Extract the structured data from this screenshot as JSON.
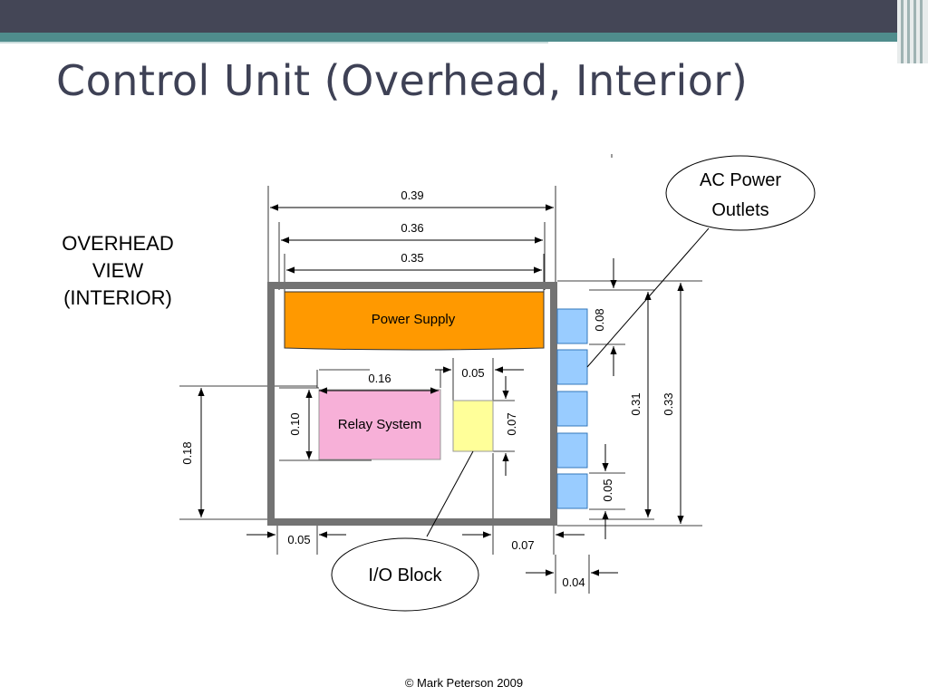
{
  "slide": {
    "title": "Control Unit (Overhead, Interior)",
    "view_caption": [
      "OVERHEAD",
      "VIEW",
      "(INTERIOR)"
    ],
    "footer": "© Mark Peterson 2009"
  },
  "colors": {
    "header_dark": "#444656",
    "header_teal": "#4f8c8c",
    "enclosure": "#737373",
    "power_supply": "#ff9900",
    "relay_system": "#f7b0d8",
    "io_block": "#ffff99",
    "outlets": "#99ccff"
  },
  "diagram": {
    "components": {
      "power_supply": "Power Supply",
      "relay_system": "Relay System"
    },
    "callouts": {
      "ac_outlets": [
        "AC Power",
        "Outlets"
      ],
      "io_block": "I/O Block"
    },
    "dimensions": {
      "enclosure_outer_width": "0.39",
      "enclosure_inner_width": "0.36",
      "power_supply_width": "0.35",
      "relay_width": "0.16",
      "relay_height": "0.10",
      "io_width": "0.05",
      "io_height": "0.07",
      "relay_section_height": "0.18",
      "left_offset": "0.05",
      "right_offset": "0.07",
      "outlet_depth": "0.04",
      "outlet_height": "0.08",
      "outlet_gap": "0.05",
      "inner_depth": "0.31",
      "outer_depth": "0.33"
    }
  }
}
